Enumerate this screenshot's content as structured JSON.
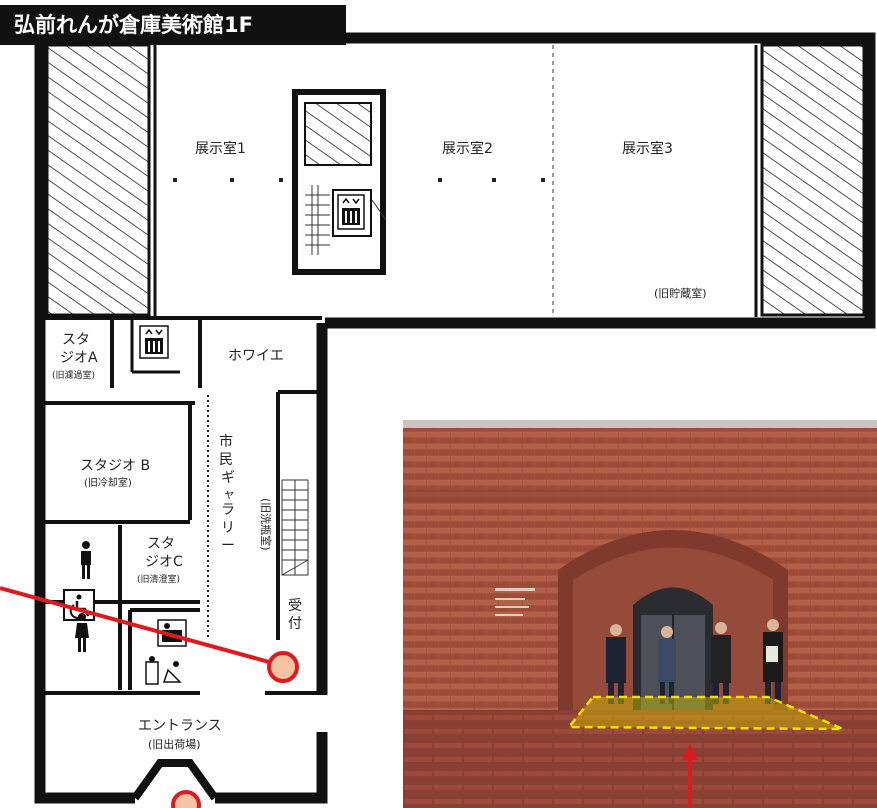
{
  "title": "弘前れんが倉庫美術館1F",
  "rooms": {
    "exhibit1": "展示室1",
    "exhibit2": "展示室2",
    "exhibit3": "展示室3",
    "exhibit3_note": "(旧貯蔵室)",
    "studio_a_1": "スタ",
    "studio_a_2": "ジオA",
    "studio_a_note": "(旧濾過室)",
    "foyer": "ホワイエ",
    "studio_b": "スタジオ B",
    "studio_b_note": "(旧冷却室)",
    "gallery_1": "市",
    "gallery_2": "民",
    "gallery_3": "ギ",
    "gallery_4": "ャ",
    "gallery_5": "ラ",
    "gallery_6": "リ",
    "gallery_7": "ー",
    "gallery_note": "(旧洗瓶室)",
    "studio_c_1": "スタ",
    "studio_c_2": "ジオC",
    "studio_c_note": "(旧清澄室)",
    "reception_1": "受",
    "reception_2": "付",
    "entrance": "エントランス",
    "entrance_note": "(旧出荷場)"
  },
  "colors": {
    "marker_red": "#e0191d",
    "marker_fill": "#f5c2a4",
    "brick": "#a5533f",
    "highlight": "#f2e100"
  },
  "icons": [
    "elevator-icon",
    "restroom-male-icon",
    "restroom-female-icon",
    "accessible-toilet-icon",
    "baby-changing-icon",
    "multipurpose-icon"
  ]
}
